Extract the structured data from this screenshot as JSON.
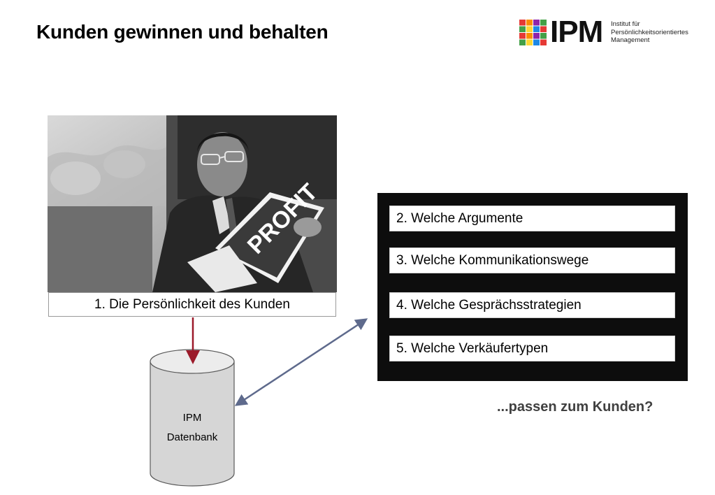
{
  "page": {
    "title": "Kunden gewinnen und behalten"
  },
  "logo": {
    "word": "IPM",
    "subtitle_lines": [
      "Institut für",
      "Persönlichkeitsorientiertes",
      "Management"
    ],
    "grid_colors": [
      "#e53935",
      "#1e88e5",
      "#fdd835",
      "#43a047",
      "#8e24aa",
      "#fb8c00"
    ]
  },
  "photo": {
    "magazine_title": "PROFIT"
  },
  "step1": {
    "label": "1. Die Persönlichkeit des Kunden"
  },
  "panel": {
    "items": [
      {
        "label": "2. Welche Argumente"
      },
      {
        "label": "3. Welche Kommunikationswege"
      },
      {
        "label": "4. Welche Gesprächsstrategien"
      },
      {
        "label": "5. Welche Verkäufertypen"
      }
    ]
  },
  "question": "...passen zum Kunden?",
  "database": {
    "line1": "IPM",
    "line2": "Datenbank"
  },
  "colors": {
    "arrow_down": "#9c1a2a",
    "arrow_double": "#5e6a8c",
    "panel_bg": "#0d0d0d"
  }
}
